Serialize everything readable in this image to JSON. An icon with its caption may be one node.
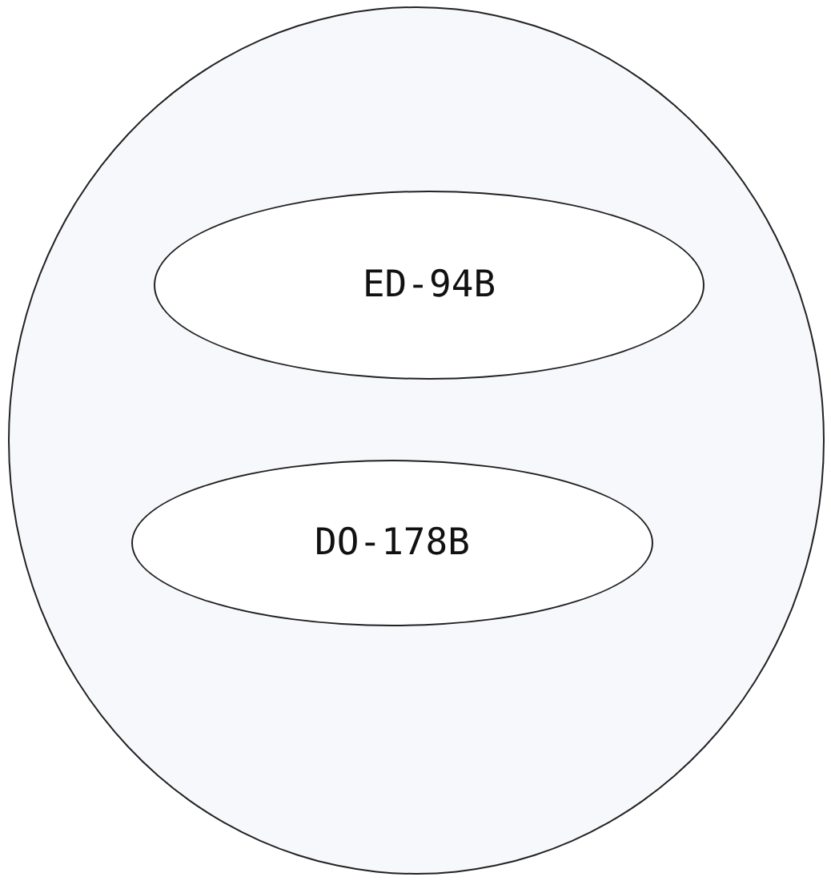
{
  "diagram": {
    "nodes": [
      {
        "text": [],
        "shape": "circle"
      },
      {
        "text": [
          "ED-94B"
        ],
        "in": 0
      },
      {
        "text": [
          "DO-178B"
        ],
        "in": 0
      }
    ]
  }
}
